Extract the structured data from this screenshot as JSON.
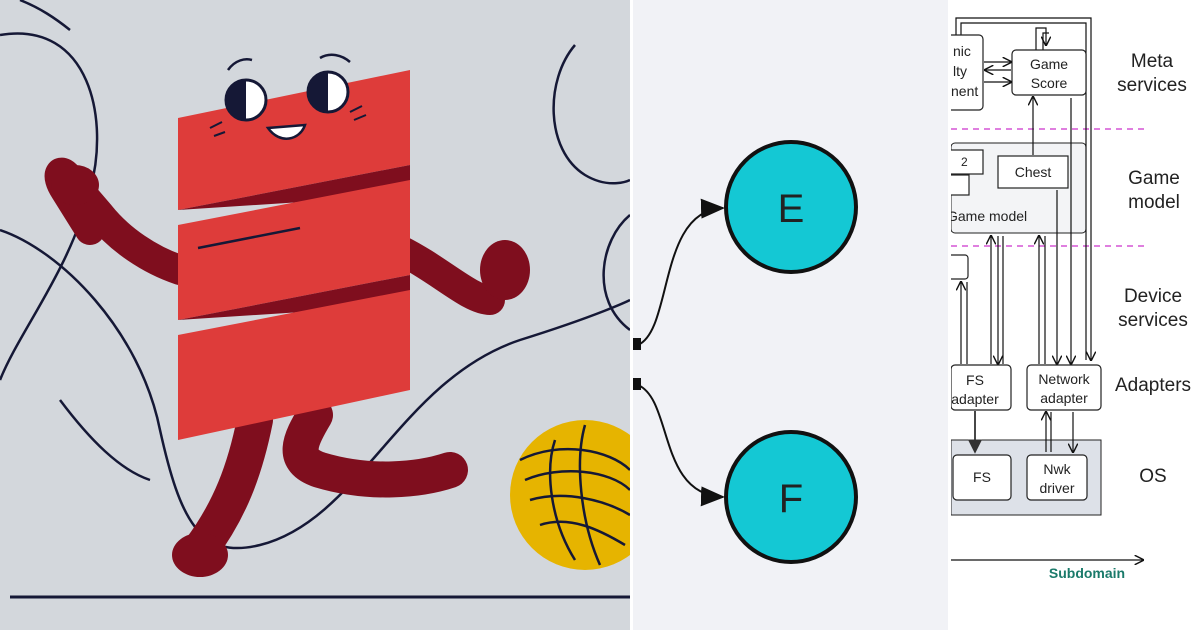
{
  "panel_illustration": {},
  "panel_graph": {
    "nodes": [
      {
        "label": "E",
        "color": "#14c8d4"
      },
      {
        "label": "F",
        "color": "#14c8d4"
      }
    ]
  },
  "panel_architecture": {
    "boxes": {
      "dynamic_difficulty": [
        "nic",
        "lty",
        "nent"
      ],
      "game_score": [
        "Game",
        "Score"
      ],
      "chest": "Chest",
      "small_box": "2",
      "game_model": "Game model",
      "fs_adapter": [
        "FS",
        "adapter"
      ],
      "network_adapter": [
        "Network",
        "adapter"
      ],
      "fs": "FS",
      "nwk_driver": [
        "Nwk",
        "driver"
      ]
    },
    "layers": [
      {
        "name": [
          "Meta",
          "services"
        ]
      },
      {
        "name": [
          "Game",
          "model"
        ]
      },
      {
        "name": [
          "Device",
          "services"
        ]
      },
      {
        "name": [
          "Adapters"
        ]
      },
      {
        "name": [
          "OS"
        ]
      }
    ],
    "axis_label": "Subdomain",
    "colors": {
      "divider": "#cc33cc",
      "axis_label": "#1a7a6a",
      "os_band": "#dde1e8"
    }
  }
}
